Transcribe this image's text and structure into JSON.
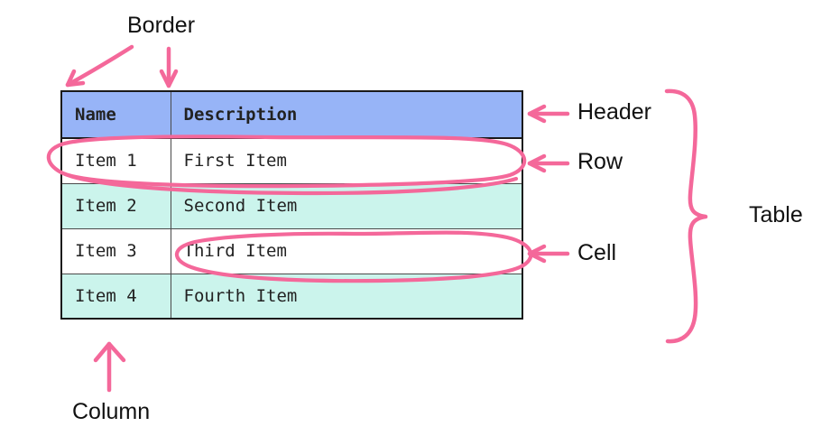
{
  "diagram": {
    "title_concept": "HTML table anatomy",
    "ink_color": "#f4689a",
    "text_color": "#111111",
    "header_fill": "#97b4f7",
    "stripe_fill": "#cbf4ec",
    "plain_fill": "#ffffff",
    "border_color": "#1a1a1a"
  },
  "table": {
    "columns": [
      "Name",
      "Description"
    ],
    "rows": [
      {
        "name": "Item 1",
        "description": "First Item"
      },
      {
        "name": "Item 2",
        "description": "Second Item"
      },
      {
        "name": "Item 3",
        "description": "Third Item"
      },
      {
        "name": "Item 4",
        "description": "Fourth Item"
      }
    ]
  },
  "annotations": {
    "border": "Border",
    "header": "Header",
    "row": "Row",
    "cell": "Cell",
    "table": "Table",
    "column": "Column"
  }
}
